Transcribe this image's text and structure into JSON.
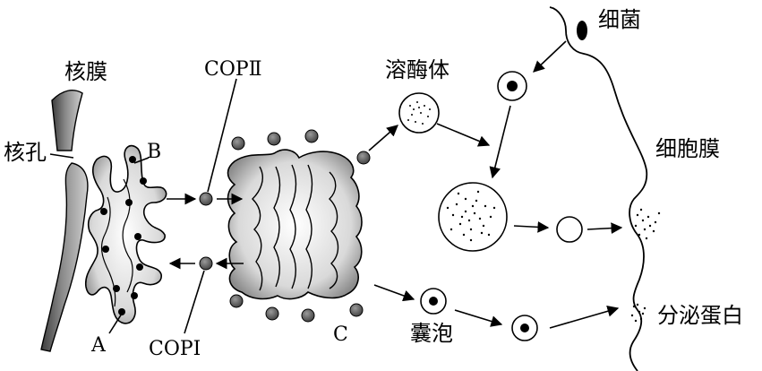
{
  "labels": {
    "nuclear_envelope": "核膜",
    "nuclear_pore": "核孔",
    "cop2": "COPⅡ",
    "cop1": "COPⅠ",
    "lysosome": "溶酶体",
    "bacteria": "细菌",
    "cell_membrane": "细胞膜",
    "vesicle": "囊泡",
    "secreted_protein": "分泌蛋白",
    "A": "A",
    "B": "B",
    "C": "C"
  },
  "colors": {
    "stroke": "#000000",
    "fill_light": "#ffffff",
    "fill_shade": "#6b6b6b",
    "vesicle_dark": "#555555"
  }
}
